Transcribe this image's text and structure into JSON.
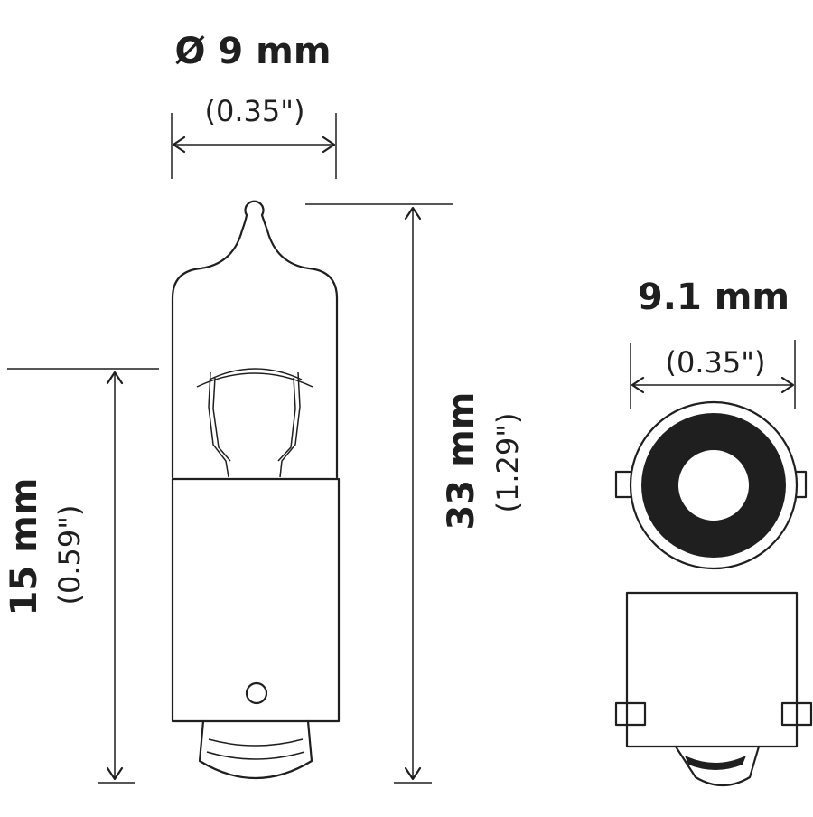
{
  "diameter": {
    "mm": "Ø 9 mm",
    "inch": "(0.35\")"
  },
  "height": {
    "mm": "33  mm",
    "inch": "(1.29\")"
  },
  "base": {
    "mm": "15 mm",
    "inch": "(0.59\")"
  },
  "end_view": {
    "mm": "9.1 mm",
    "inch": "(0.35\")"
  },
  "colors": {
    "line": "#1f1f1f",
    "background": "#ffffff"
  }
}
